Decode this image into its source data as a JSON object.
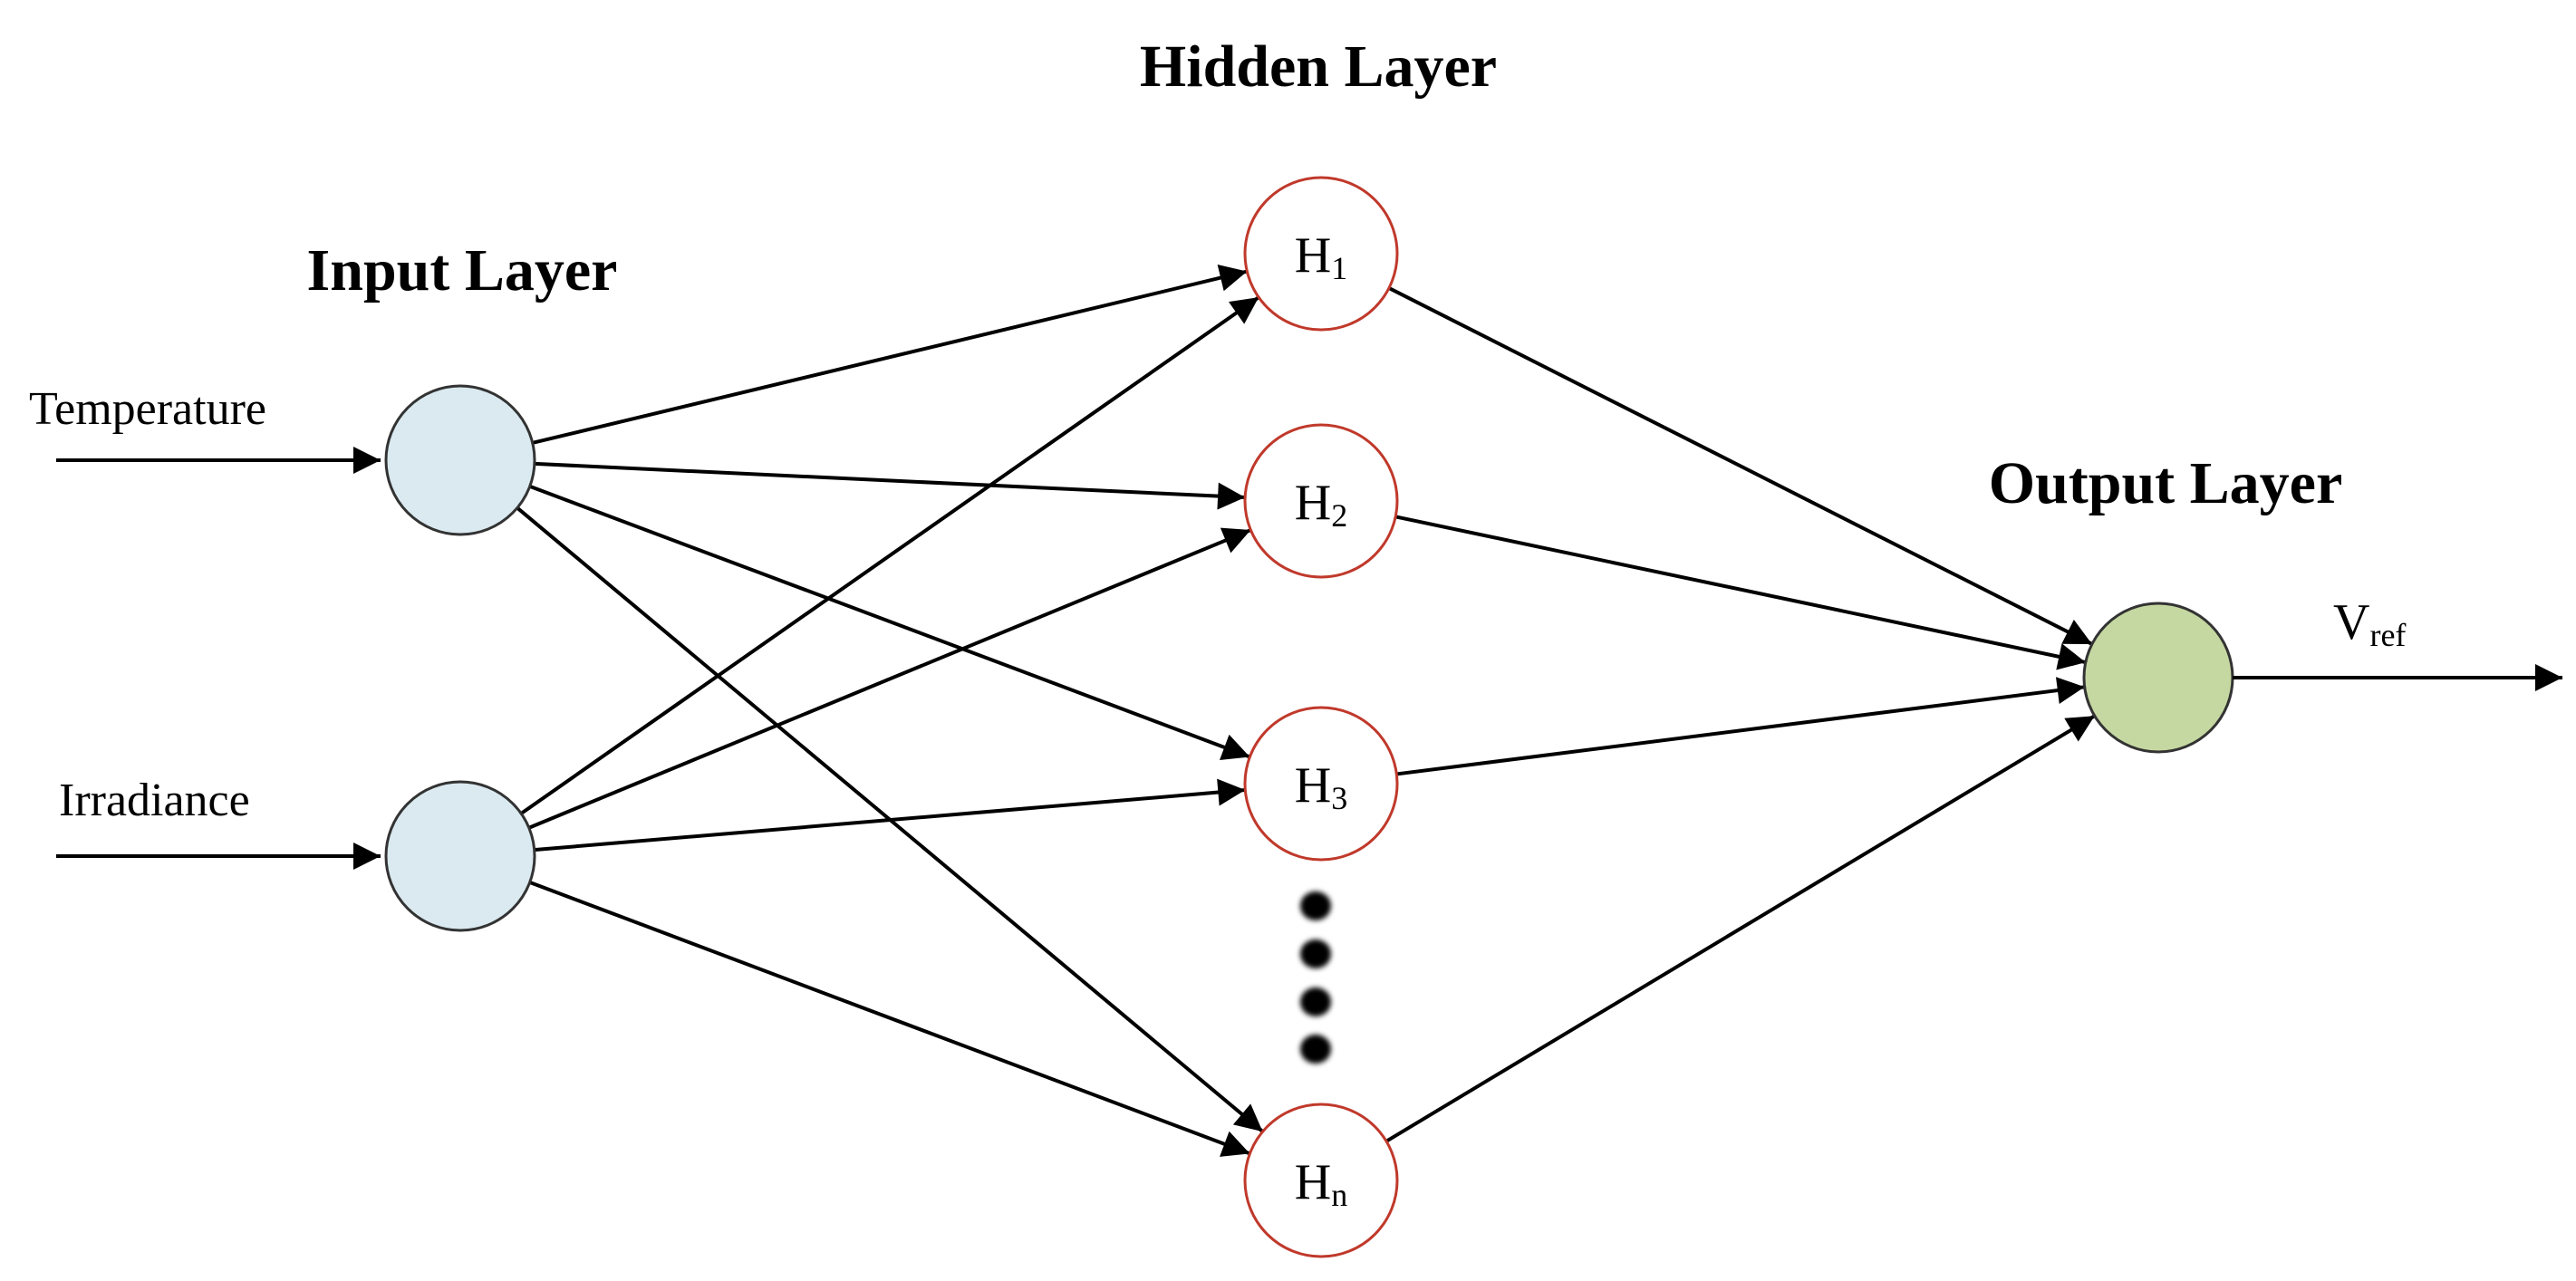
{
  "titles": {
    "hidden": "Hidden Layer",
    "input": "Input Layer",
    "output": "Output Layer"
  },
  "inputs": [
    {
      "label": "Temperature"
    },
    {
      "label": "Irradiance"
    }
  ],
  "hidden": [
    {
      "base": "H",
      "sub": "1"
    },
    {
      "base": "H",
      "sub": "2"
    },
    {
      "base": "H",
      "sub": "3"
    },
    {
      "base": "H",
      "sub": "n"
    }
  ],
  "output": {
    "base": "V",
    "sub": "ref"
  },
  "colors": {
    "input_node_fill": "#daeaf0",
    "input_node_stroke": "#333333",
    "hidden_node_fill": "#ffffff",
    "hidden_node_stroke": "#c0392b",
    "output_node_fill": "#c6d8a2",
    "output_node_stroke": "#333333",
    "line": "#000000"
  }
}
